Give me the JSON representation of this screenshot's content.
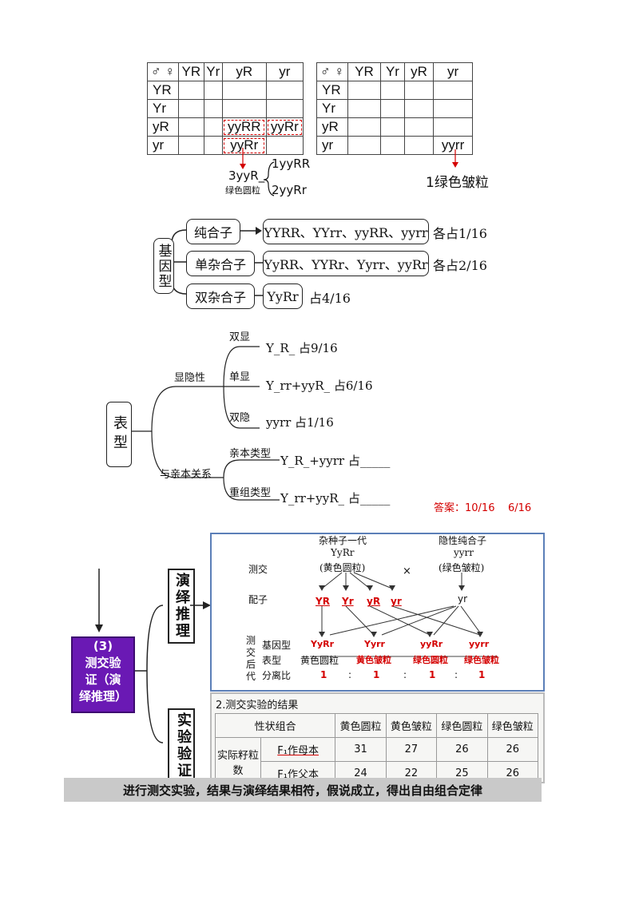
{
  "punnett_left": {
    "corner": "♂ ♀",
    "cols": [
      "YR",
      "Yr",
      "yR",
      "yr"
    ],
    "rows": [
      "YR",
      "Yr",
      "yR",
      "yr"
    ],
    "cell_yR_yR": "yyRR",
    "cell_yR_yr": "yyRr",
    "cell_yr_yR": "yyRr",
    "note_left": "3yyR_",
    "note_sub": "绿色圆粒",
    "note_r1": "1yyRR",
    "note_r2": "2yyRr"
  },
  "punnett_right": {
    "corner": "♂ ♀",
    "cols": [
      "YR",
      "Yr",
      "yR",
      "yr"
    ],
    "rows": [
      "YR",
      "Yr",
      "yR",
      "yr"
    ],
    "cell_yr_yr": "yyrr",
    "note": "1绿色皱粒"
  },
  "genotype": {
    "label": "基因型",
    "items": [
      {
        "name": "纯合子",
        "types": "YYRR、YYrr、yyRR、yyrr",
        "ratio": "各占1/16"
      },
      {
        "name": "单杂合子",
        "types": "YyRR、YYRr、Yyrr、yyRr",
        "ratio": "各占2/16"
      },
      {
        "name": "双杂合子",
        "types": "YyRr",
        "ratio": "占4/16"
      }
    ]
  },
  "phenotype": {
    "label": "表型",
    "branch1": "显隐性",
    "branch2": "与亲本关系",
    "items1": [
      {
        "name": "双显",
        "text": "Y_R_  占9/16"
      },
      {
        "name": "单显",
        "text": "Y_rr+yyR_  占6/16"
      },
      {
        "name": "双隐",
        "text": "yyrr  占1/16"
      }
    ],
    "items2": [
      {
        "name": "亲本类型",
        "text": "Y_R_+yyrr  占_____"
      },
      {
        "name": "重组类型",
        "text": "Y_rr+yyR_  占_____"
      }
    ],
    "answer": "答案：10/16    6/16"
  },
  "testcross": {
    "title_box": "(3)\n测交验\n证（演\n绎推理）",
    "deduce_box": "演绎推理",
    "verify_box": "实验验证",
    "parent1_label": "杂种子一代",
    "parent1_geno": "YyRr",
    "parent1_pheno": "(黄色圆粒)",
    "cross": "×",
    "parent2_label": "隐性纯合子",
    "parent2_geno": "yyrr",
    "parent2_pheno": "(绿色皱粒)",
    "row_testcross": "测交",
    "row_gamete": "配子",
    "gametes": [
      "YR",
      "Yr",
      "yR",
      "yr"
    ],
    "gamete2": "yr",
    "side_label": "测交后代",
    "row_geno": "基因型",
    "row_pheno": "表型",
    "row_ratio": "分离比",
    "offspring_geno": [
      "YyRr",
      "Yyrr",
      "yyRr",
      "yyrr"
    ],
    "offspring_pheno": [
      "黄色圆粒",
      "黄色皱粒",
      "绿色圆粒",
      "绿色皱粒"
    ],
    "offspring_ratio": [
      "1",
      ":",
      "1",
      ":",
      "1",
      ":",
      "1"
    ]
  },
  "result": {
    "title": "2.测交实验的结果",
    "header": [
      "性状组合",
      "黄色圆粒",
      "黄色皱粒",
      "绿色圆粒",
      "绿色皱粒"
    ],
    "row_group": "实际籽粒数",
    "rows": [
      {
        "label": "F₁作母本",
        "values": [
          "31",
          "27",
          "26",
          "26"
        ]
      },
      {
        "label": "F₁作父本",
        "values": [
          "24",
          "22",
          "25",
          "26"
        ]
      }
    ]
  },
  "banner": "进行测交实验，结果与演绎结果相符，假说成立，得出自由组合定律"
}
